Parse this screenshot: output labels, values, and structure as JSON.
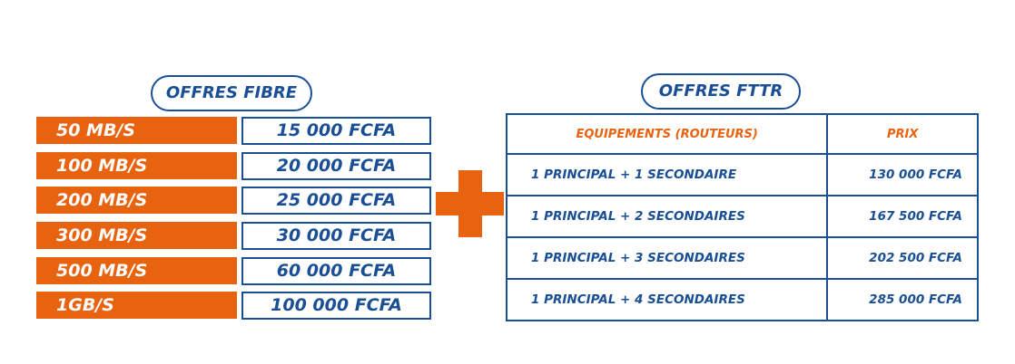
{
  "fibre": {
    "title": "OFFRES FIBRE",
    "offers": [
      {
        "speed": "50 MB/S",
        "price": "15 000 FCFA"
      },
      {
        "speed": "100 MB/S",
        "price": "20 000 FCFA"
      },
      {
        "speed": "200 MB/S",
        "price": "25 000 FCFA"
      },
      {
        "speed": "300 MB/S",
        "price": "30 000 FCFA"
      },
      {
        "speed": "500 MB/S",
        "price": "60 000 FCFA"
      },
      {
        "speed": "1GB/S",
        "price": "100 000 FCFA"
      }
    ]
  },
  "fttr": {
    "title": "OFFRES FTTR",
    "headers": {
      "equipment": "EQUIPEMENTS (ROUTEURS)",
      "price": "PRIX"
    },
    "rows": [
      {
        "equipment": "1 PRINCIPAL + 1 SECONDAIRE",
        "price": "130 000 FCFA"
      },
      {
        "equipment": "1 PRINCIPAL + 2 SECONDAIRES",
        "price": "167 500 FCFA"
      },
      {
        "equipment": "1 PRINCIPAL + 3 SECONDAIRES",
        "price": "202 500 FCFA"
      },
      {
        "equipment": "1 PRINCIPAL + 4 SECONDAIRES",
        "price": "285 000 FCFA"
      }
    ]
  },
  "colors": {
    "orange": "#e8630f",
    "blue": "#1a4f95"
  },
  "icons": {
    "separator": "plus-icon"
  }
}
